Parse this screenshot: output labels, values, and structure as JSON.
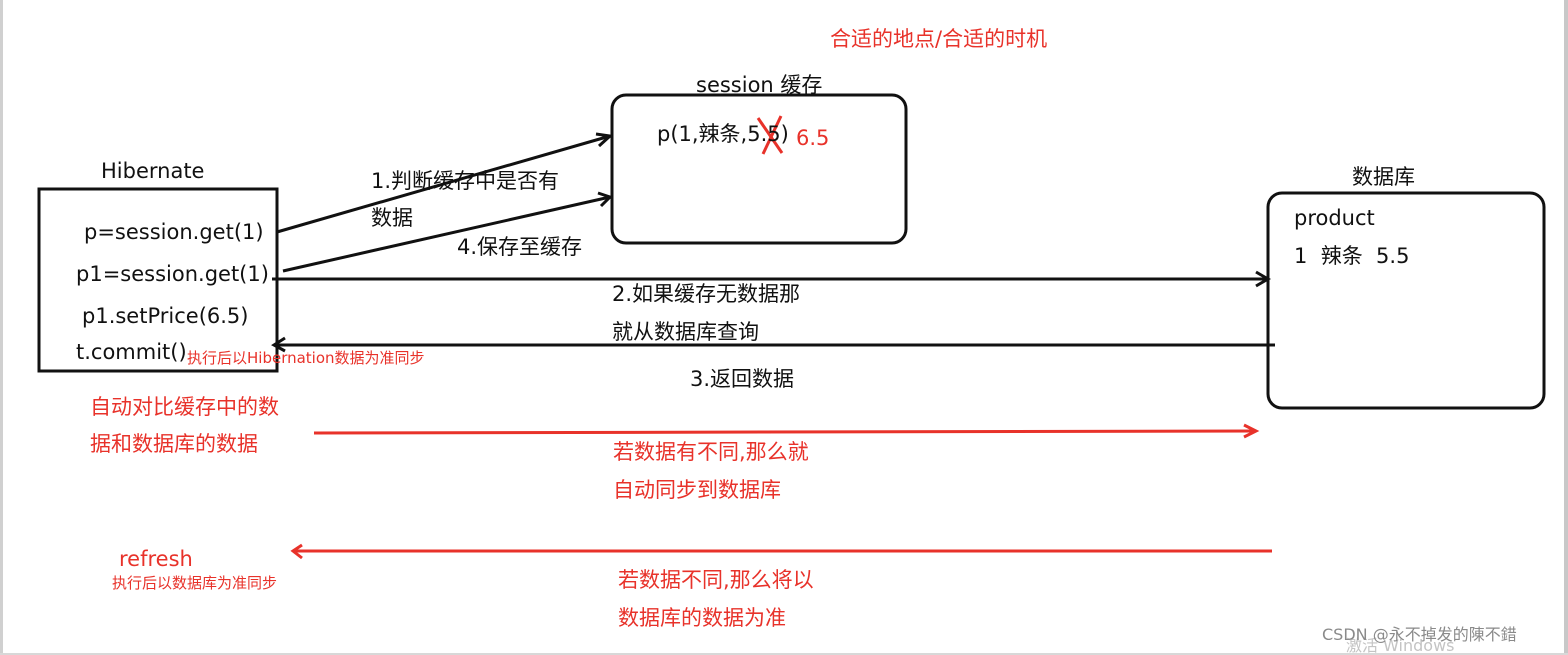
{
  "title": "合适的地点/合适的时机",
  "cache": {
    "label": "session 缓存",
    "record_prefix": "p(1,辣条,5.5)",
    "new_price": "6.5"
  },
  "hibernate": {
    "label": "Hibernate",
    "lines": [
      "p=session.get(1)",
      "p1=session.get(1)",
      "p1.setPrice(6.5)",
      "t.commit()"
    ],
    "commit_note": "执行后以Hibernation数据为准同步"
  },
  "database": {
    "label": "数据库",
    "table": "product",
    "row": "1  辣条  5.5"
  },
  "steps": {
    "step1": [
      "1.判断缓存中是否有",
      "数据"
    ],
    "step4": "4.保存至缓存",
    "step2": [
      "2.如果缓存无数据那",
      "就从数据库查询"
    ],
    "step3": "3.返回数据"
  },
  "commit_compare": [
    "自动对比缓存中的数",
    "据和数据库的数据"
  ],
  "sync_to_db": [
    "若数据有不同,那么就",
    "自动同步到数据库"
  ],
  "refresh": {
    "label": "refresh",
    "note": "执行后以数据库为准同步"
  },
  "refresh_result": [
    "若数据不同,那么将以",
    "数据库的数据为准"
  ],
  "watermark": {
    "csdn": "CSDN @永不掉发的陳不錯",
    "activate": "激活 Windows"
  },
  "colors": {
    "ink": "#111111",
    "annotation": "#e8322a"
  }
}
